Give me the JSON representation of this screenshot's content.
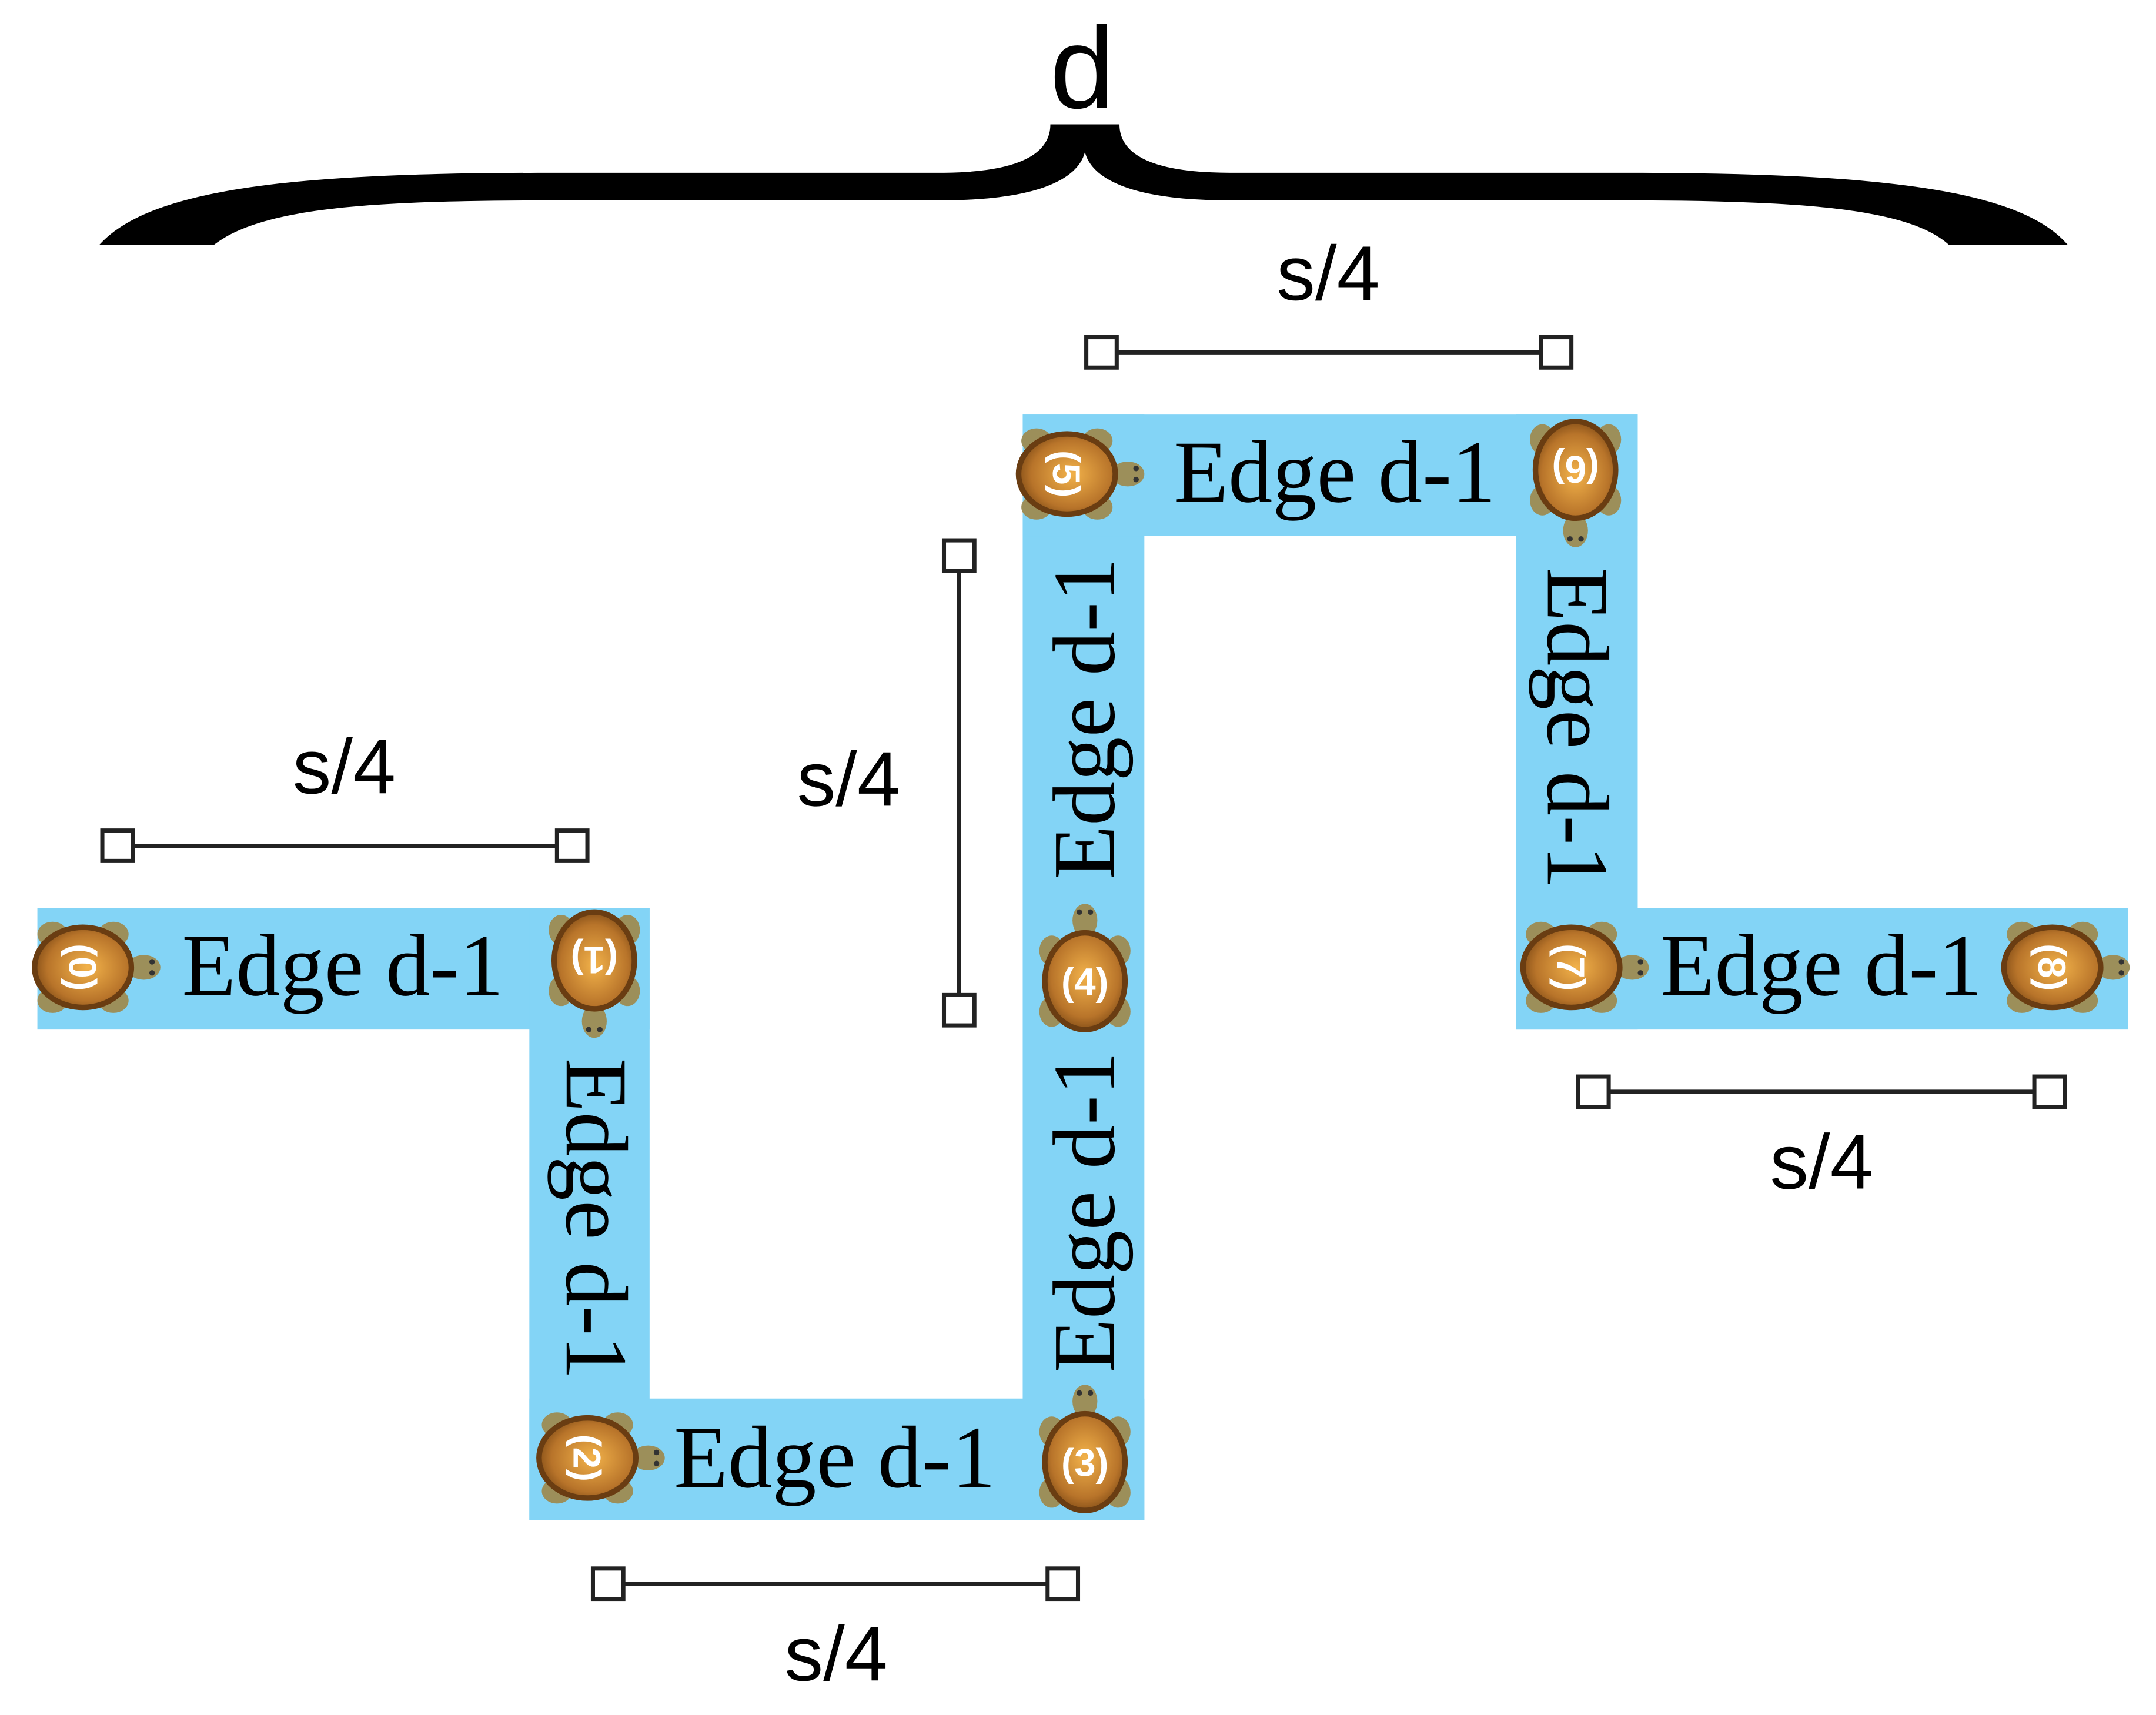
{
  "brace_label": "d",
  "edge_label": "Edge d-1",
  "dimension_label": "s/4",
  "turtles": [
    "(0)",
    "(1)",
    "(2)",
    "(3)",
    "(4)",
    "(5)",
    "(6)",
    "(7)",
    "(8)"
  ],
  "colors": {
    "path": "#83d4f6",
    "shell": "#a8661f",
    "shell_light": "#e9a540",
    "skin": "#9c8f5a",
    "ink": "#000000"
  }
}
